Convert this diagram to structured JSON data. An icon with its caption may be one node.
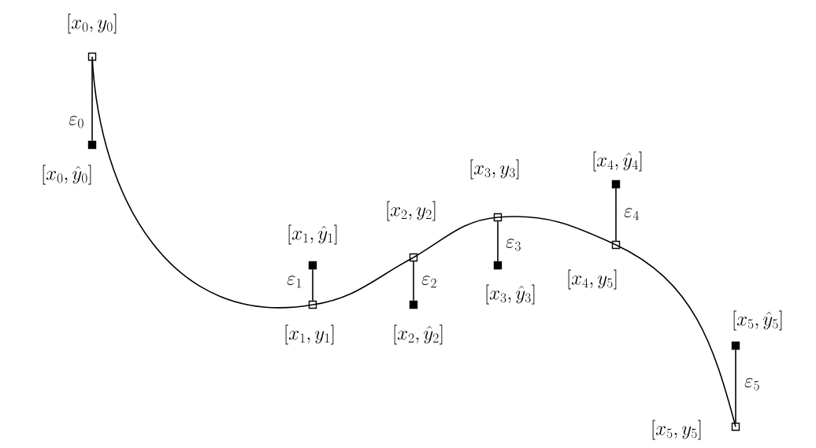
{
  "diagram": {
    "nodes": [
      {
        "text": [
          "[x_0, y_0]"
        ]
      },
      {
        "text": [
          "[x_0, \\hat{y}_0]"
        ]
      },
      {
        "text": [
          "[x_1, y_1]"
        ]
      },
      {
        "text": [
          "[x_1, \\hat{y}_1]"
        ]
      },
      {
        "text": [
          "[x_2, y_2]"
        ]
      },
      {
        "text": [
          "[x_2, \\hat{y}_2]"
        ]
      },
      {
        "text": [
          "[x_3, y_3]"
        ]
      },
      {
        "text": [
          "[x_3, \\hat{y}_3]"
        ]
      },
      {
        "text": [
          "[x_4, y_5]"
        ]
      },
      {
        "text": [
          "[x_4, \\hat{y}_4]"
        ]
      },
      {
        "text": [
          "[x_5, y_5]"
        ]
      },
      {
        "text": [
          "[x_5, \\hat{y}_5]"
        ]
      }
    ],
    "edges": [
      {
        "from": 0,
        "to": 1,
        "arrow": "none",
        "label": "\\varepsilon_0"
      },
      {
        "from": 2,
        "to": 3,
        "arrow": "none",
        "label": "\\varepsilon_1"
      },
      {
        "from": 4,
        "to": 5,
        "arrow": "none",
        "label": "\\varepsilon_2"
      },
      {
        "from": 6,
        "to": 7,
        "arrow": "none",
        "label": "\\varepsilon_3"
      },
      {
        "from": 8,
        "to": 9,
        "arrow": "none",
        "label": "\\varepsilon_4"
      },
      {
        "from": 10,
        "to": 11,
        "arrow": "none",
        "label": "\\varepsilon_5"
      },
      {
        "from": 0,
        "to": 2,
        "arrow": "none"
      },
      {
        "from": 2,
        "to": 4,
        "arrow": "none"
      },
      {
        "from": 4,
        "to": 6,
        "arrow": "none"
      },
      {
        "from": 6,
        "to": 8,
        "arrow": "none"
      },
      {
        "from": 8,
        "to": 10,
        "arrow": "none"
      }
    ]
  }
}
